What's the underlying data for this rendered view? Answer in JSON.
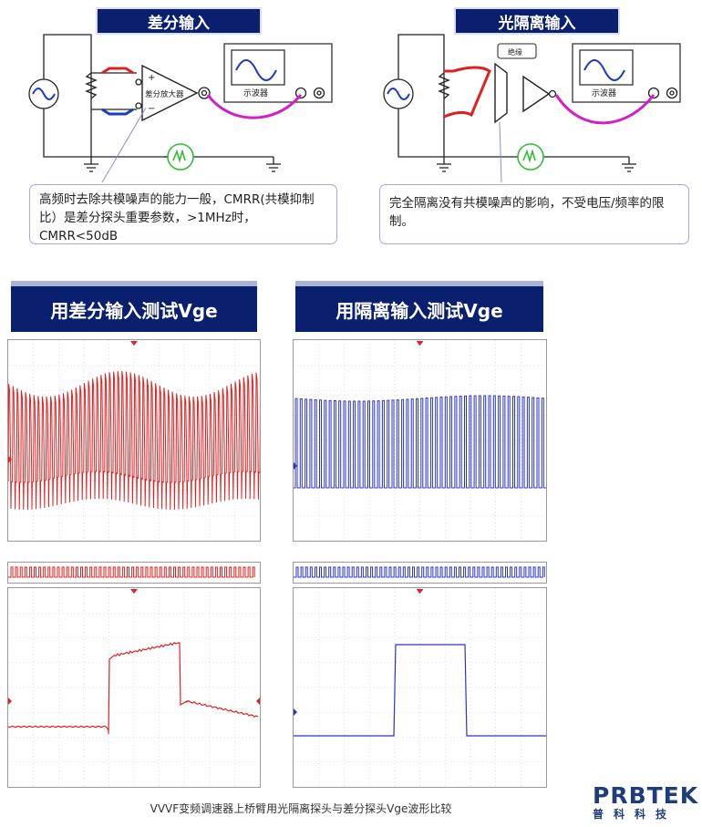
{
  "diagrams": {
    "differential": {
      "title": "差分输入",
      "amp_label": "差分放大器",
      "plus": "+",
      "minus": "−",
      "scope_label": "示波器",
      "note": "高频时去除共模噪声的能力一般，CMRR(共模抑制比）是差分探头重要参数，>1MHz时，CMRR<50dB"
    },
    "optical": {
      "title": "光隔离输入",
      "isolation_label": "绝缘",
      "scope_label": "示波器",
      "note": "完全隔离没有共模噪声的影响，不受电压/频率的限制。"
    }
  },
  "panels": {
    "differential_title": "用差分输入测试Vge",
    "optical_title": "用隔离输入测试Vge"
  },
  "colors": {
    "banner": "#0a1f6e",
    "differential_trace": "#e02020",
    "optical_trace": "#2a35c8",
    "probe_cable": "#d020c8",
    "noise_source": "#2fbf2f"
  },
  "caption": "VVVF变频调速器上桥臂用光隔离探头与差分探头Vge波形比较",
  "logo": {
    "main": "PRBTEK",
    "sub": "普科科技"
  }
}
